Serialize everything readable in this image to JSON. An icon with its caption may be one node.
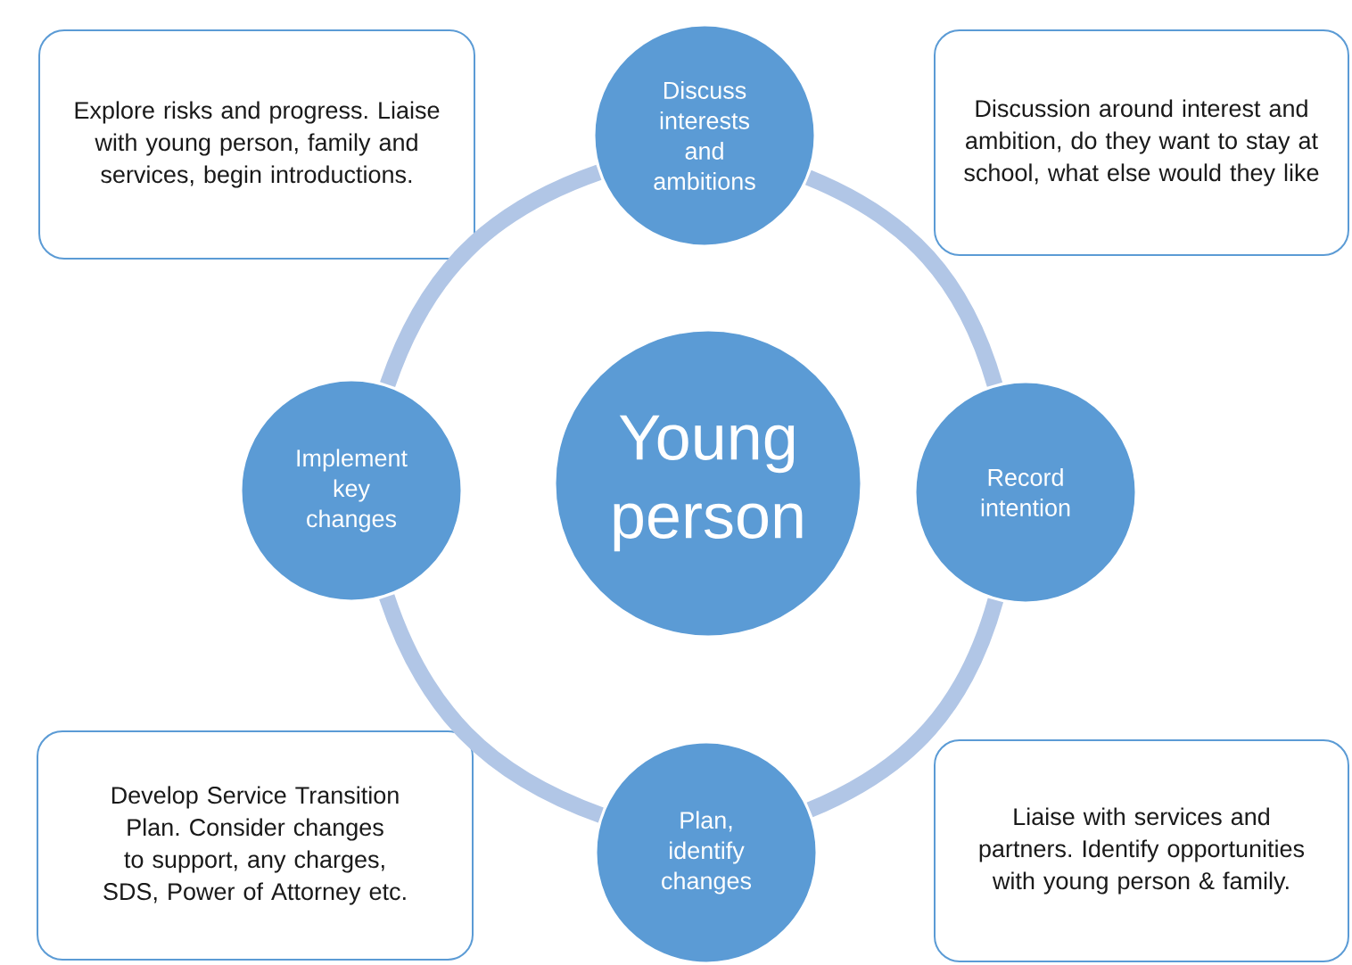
{
  "diagram": {
    "nodes": [
      {
        "text": [
          "Explore risks and progress. Liaise with young person, family and services, begin introductions."
        ]
      },
      {
        "text": [
          "Discuss interests and ambitions"
        ]
      },
      {
        "text": [
          "Discussion around interest and ambition, do they want to stay at school, what else would they like"
        ]
      },
      {
        "text": [
          "Implement key changes"
        ]
      },
      {
        "text": [
          "Young person"
        ]
      },
      {
        "text": [
          "Record intention"
        ]
      },
      {
        "text": [
          "Develop Service Transition Plan. Consider changes to support, any charges, SDS, Power of Attorney etc."
        ]
      },
      {
        "text": [
          "Plan, identify changes"
        ]
      },
      {
        "text": [
          "Liaise with services and partners.  Identify opportunities with young person & family."
        ]
      }
    ],
    "edges": [
      {
        "from": 1,
        "to": 5,
        "arrow": "none"
      },
      {
        "from": 5,
        "to": 7,
        "arrow": "none"
      },
      {
        "from": 7,
        "to": 3,
        "arrow": "none"
      },
      {
        "from": 3,
        "to": 1,
        "arrow": "none"
      }
    ]
  }
}
